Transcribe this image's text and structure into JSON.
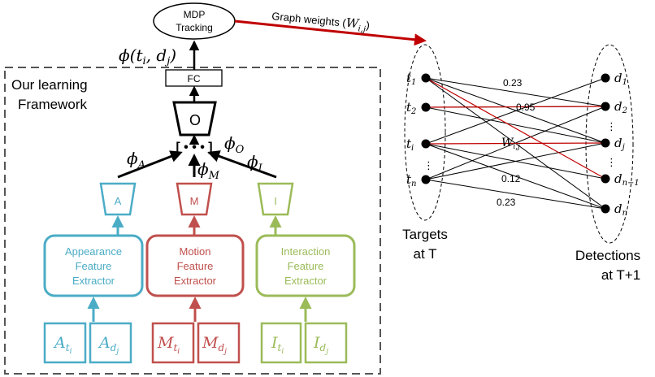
{
  "colors": {
    "appearance": "#4bacc6",
    "motion": "#c0504d",
    "interaction": "#9bbb59",
    "link": "#c00000",
    "frame": "#555555",
    "text": "#000000"
  },
  "mdp": {
    "line1": "MDP",
    "line2": "Tracking"
  },
  "graph_weights_label": "Graph weights (",
  "graph_weights_symbol": "W",
  "graph_weights_sub": "i,j",
  "graph_weights_close": ")",
  "phi_output": {
    "prefix": "ϕ(",
    "t": "t",
    "t_sub": "i",
    "sep": ", ",
    "d": "d",
    "d_sub": "j",
    "suffix": ")"
  },
  "framework_label": {
    "line1": "Our learning",
    "line2": "Framework"
  },
  "fc_label": "FC",
  "o_label": "O",
  "concat_dots": "[ • • • ]",
  "phi_o": {
    "phi": "ϕ",
    "sub": "O"
  },
  "phi_a": {
    "phi": "ϕ",
    "sub": "A"
  },
  "phi_m": {
    "phi": "ϕ",
    "sub": "M"
  },
  "phi_i": {
    "phi": "ϕ",
    "sub": "I"
  },
  "branches": {
    "appearance": {
      "trap": "A",
      "extractor": [
        "Appearance",
        "Feature",
        "Extractor"
      ],
      "inputs": [
        {
          "base": "A",
          "sub": "t",
          "subsub": "i"
        },
        {
          "base": "A",
          "sub": "d",
          "subsub": "j"
        }
      ]
    },
    "motion": {
      "trap": "M",
      "extractor": [
        "Motion",
        "Feature",
        "Extractor"
      ],
      "inputs": [
        {
          "base": "M",
          "sub": "t",
          "subsub": "i"
        },
        {
          "base": "M",
          "sub": "d",
          "subsub": "j"
        }
      ]
    },
    "interaction": {
      "trap": "I",
      "extractor": [
        "Interaction",
        "Feature",
        "Extractor"
      ],
      "inputs": [
        {
          "base": "I",
          "sub": "t",
          "subsub": "i"
        },
        {
          "base": "I",
          "sub": "d",
          "subsub": "j"
        }
      ]
    }
  },
  "targets": {
    "nodes": [
      {
        "base": "t",
        "sub": "1"
      },
      {
        "base": "t",
        "sub": "2"
      },
      {
        "base": "t",
        "sub": "i"
      },
      {
        "base": "t",
        "sub": "n"
      }
    ],
    "label": [
      "Targets",
      "at T"
    ]
  },
  "detections": {
    "nodes": [
      {
        "base": "d",
        "sub": "1"
      },
      {
        "base": "d",
        "sub": "2"
      },
      {
        "base": "d",
        "sub": "j"
      },
      {
        "base": "d",
        "sub": "n−1"
      },
      {
        "base": "d",
        "sub": "n"
      }
    ],
    "label": [
      "Detections",
      "at T+1"
    ]
  },
  "edge_weights": [
    "0.23",
    "0.95",
    "0.12",
    "0.23"
  ],
  "edge_weight_symbol": {
    "base": "W",
    "sub": "i,j"
  },
  "vertical_dots": "⋮"
}
